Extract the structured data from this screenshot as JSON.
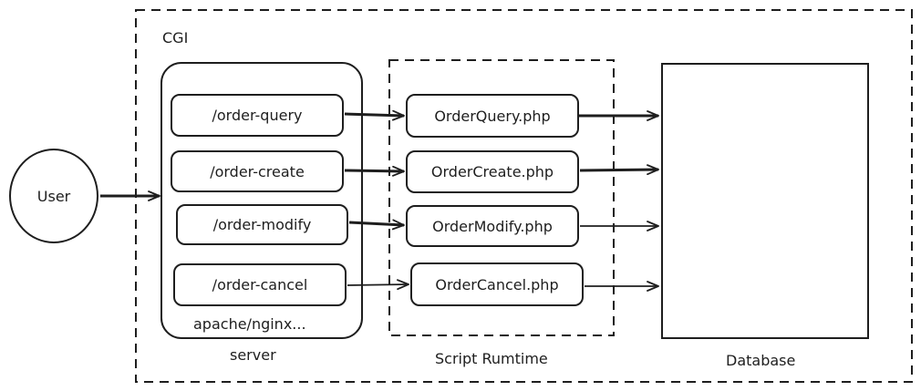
{
  "containers": {
    "cgi_label": "CGI",
    "server_label": "server",
    "server_inner_label": "apache/nginx...",
    "runtime_label": "Script Rumtime",
    "database_label": "Database"
  },
  "user": {
    "label": "User"
  },
  "routes": [
    {
      "label": "/order-query"
    },
    {
      "label": "/order-create"
    },
    {
      "label": "/order-modify"
    },
    {
      "label": "/order-cancel"
    }
  ],
  "scripts": [
    {
      "label": "OrderQuery.php"
    },
    {
      "label": "OrderCreate.php"
    },
    {
      "label": "OrderModify.php"
    },
    {
      "label": "OrderCancel.php"
    }
  ]
}
